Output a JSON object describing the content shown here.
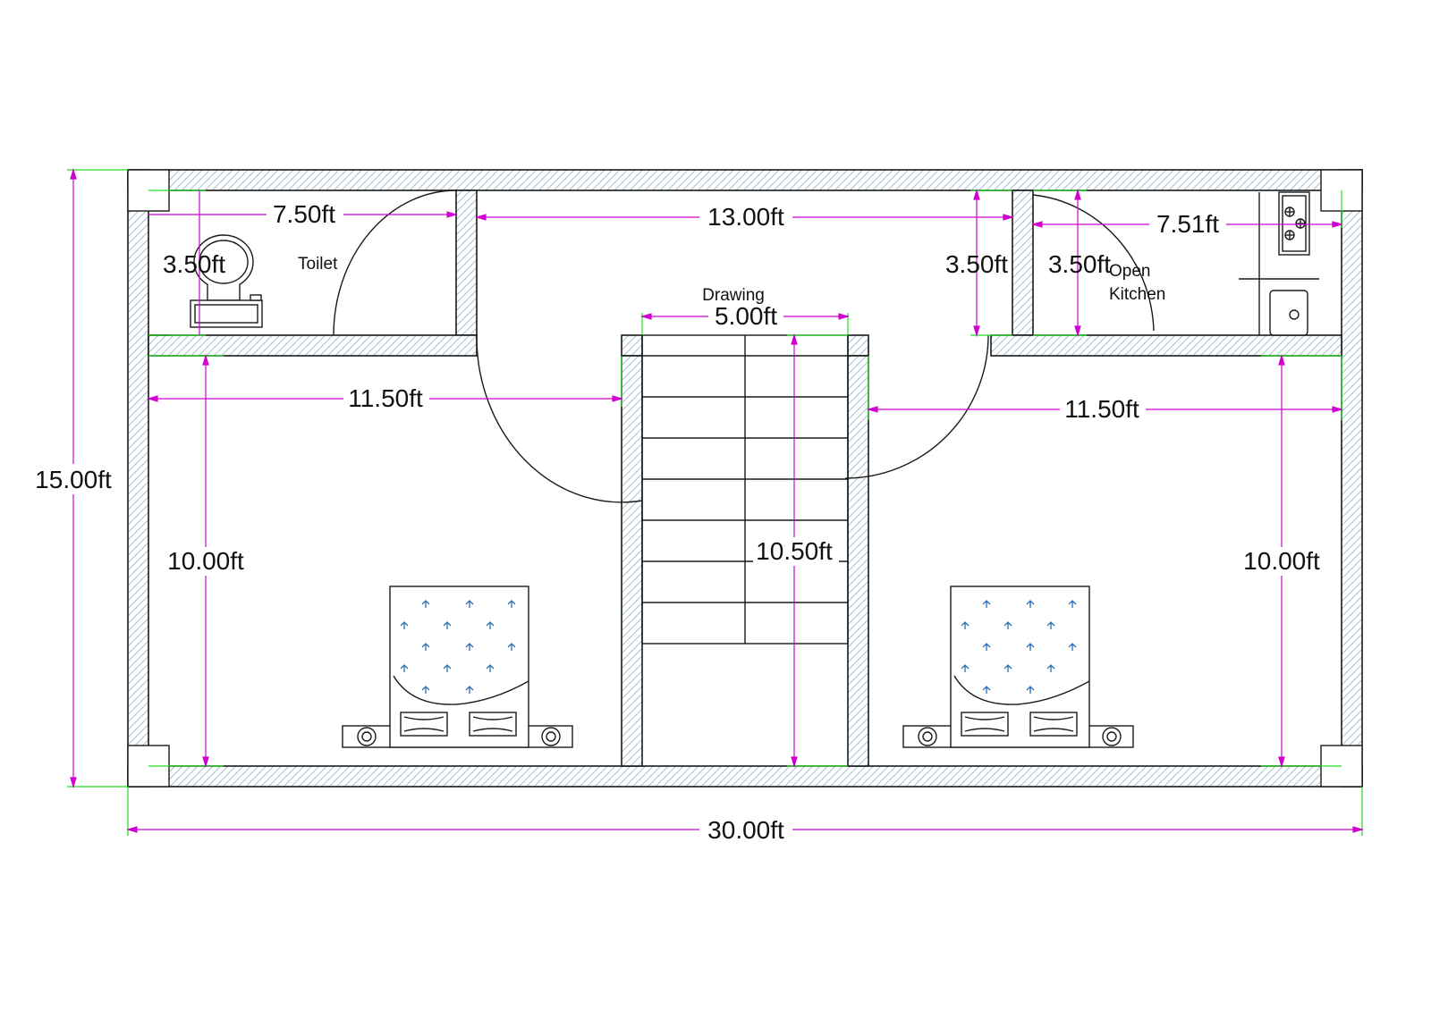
{
  "rooms": {
    "toilet": "Toilet",
    "drawing": "Drawing",
    "kitchen_line1": "Open",
    "kitchen_line2": "Kitchen"
  },
  "dimensions": {
    "overall_width": "30.00ft",
    "overall_height": "15.00ft",
    "toilet_width": "7.50ft",
    "toilet_height": "3.50ft",
    "drawing_width": "13.00ft",
    "drawing_height": "3.50ft",
    "kitchen_width": "7.51ft",
    "kitchen_height": "3.50ft",
    "stair_width": "5.00ft",
    "stair_height": "10.50ft",
    "bed_left_width": "11.50ft",
    "bed_left_height": "10.00ft",
    "bed_right_width": "11.50ft",
    "bed_right_height": "10.00ft"
  },
  "colors": {
    "dimension_line": "#d000d0",
    "extension_line": "#22dd22",
    "wall_hatch": "#8fb0c8",
    "blanket_marks": "#2a6fb0"
  }
}
